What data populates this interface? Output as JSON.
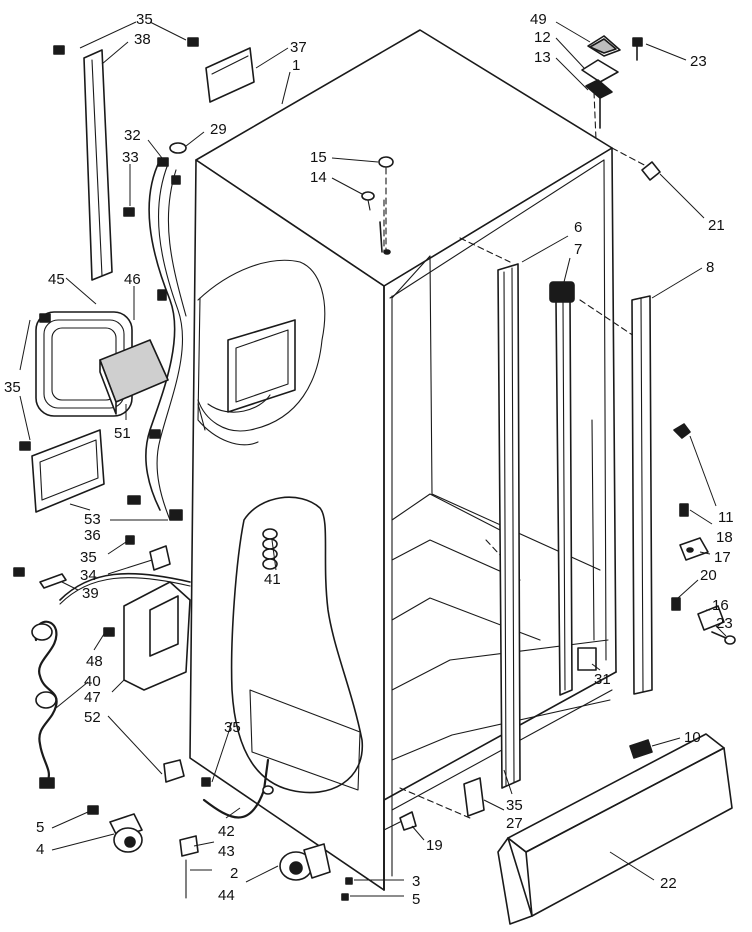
{
  "labels": {
    "p1": "1",
    "p2": "2",
    "p3": "3",
    "p4": "4",
    "p5a": "5",
    "p5b": "5",
    "p6": "6",
    "p7": "7",
    "p8": "8",
    "p10": "10",
    "p11": "11",
    "p12": "12",
    "p13": "13",
    "p14": "14",
    "p15": "15",
    "p16": "16",
    "p17": "17",
    "p18": "18",
    "p19": "19",
    "p20": "20",
    "p21": "21",
    "p22": "22",
    "p23a": "23",
    "p23b": "23",
    "p27": "27",
    "p29": "29",
    "p31": "31",
    "p32": "32",
    "p33": "33",
    "p34": "34",
    "p35a": "35",
    "p35b": "35",
    "p35c": "35",
    "p35d": "35",
    "p35e": "35",
    "p36": "36",
    "p37": "37",
    "p38": "38",
    "p39": "39",
    "p40": "40",
    "p41": "41",
    "p42": "42",
    "p43": "43",
    "p44": "44",
    "p45": "45",
    "p46": "46",
    "p47": "47",
    "p48": "48",
    "p49": "49",
    "p51": "51",
    "p52": "52",
    "p53": "53"
  }
}
